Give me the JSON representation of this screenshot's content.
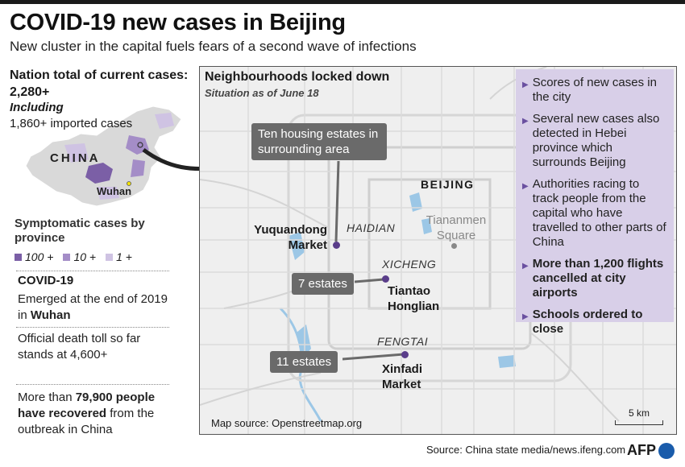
{
  "title": "COVID-19 new cases in Beijing",
  "subtitle": "New cluster in the capital fuels fears of a second wave of infections",
  "nation": {
    "label": "Nation total of current cases:",
    "value": "2,280+",
    "including_label": "Including",
    "imported": "1,860+ imported cases"
  },
  "china_map": {
    "country_label": "CHINA",
    "city_label": "Wuhan"
  },
  "symptomatic": {
    "title": "Symptomatic cases by province",
    "legend": [
      {
        "label": "100 +",
        "color": "#7b5fa6"
      },
      {
        "label": "10 +",
        "color": "#a48dc7"
      },
      {
        "label": "1 +",
        "color": "#cfc3e3"
      }
    ]
  },
  "facts": {
    "heading": "COVID-19",
    "emerged_pre": "Emerged at the end of 2019 in ",
    "emerged_city": "Wuhan",
    "death_toll": "Official death toll so far stands at 4,600+",
    "recovered_pre": "More than ",
    "recovered_bold": "79,900 people have recovered",
    "recovered_post": " from the outbreak in China"
  },
  "map": {
    "heading": "Neighbourhoods locked down",
    "subheading": "Situation as of June 18",
    "city_label": "BEIJING",
    "landmark": "Tiananmen Square",
    "districts": [
      "HAIDIAN",
      "XICHENG",
      "FENGTAI"
    ],
    "callouts": [
      {
        "text": "Ten housing estates in surrounding area",
        "place": "Yuquandong Market"
      },
      {
        "text": "7 estates",
        "place": "Tiantao Honglian"
      },
      {
        "text": "11 estates",
        "place": "Xinfadi Market"
      }
    ],
    "bullets": [
      {
        "text": "Scores of new cases in the city",
        "bold": false
      },
      {
        "text": "Several new cases also detected in Hebei province which surrounds Beijing",
        "bold": false
      },
      {
        "text": "Authorities racing to track people from the capital who have  travelled to other parts of China",
        "bold": false
      },
      {
        "text": "More than 1,200 flights cancelled at city airports",
        "bold": true
      },
      {
        "text": "Schools ordered to close",
        "bold": true
      }
    ],
    "map_source": "Map source: Openstreetmap.org",
    "scale": "5 km",
    "colors": {
      "marker": "#5a3d8a",
      "callout_bg": "#6a6a6a",
      "panel_bg": "#d8cfe8"
    }
  },
  "source": "Source: China state media/news.ifeng.com",
  "agency": "AFP"
}
